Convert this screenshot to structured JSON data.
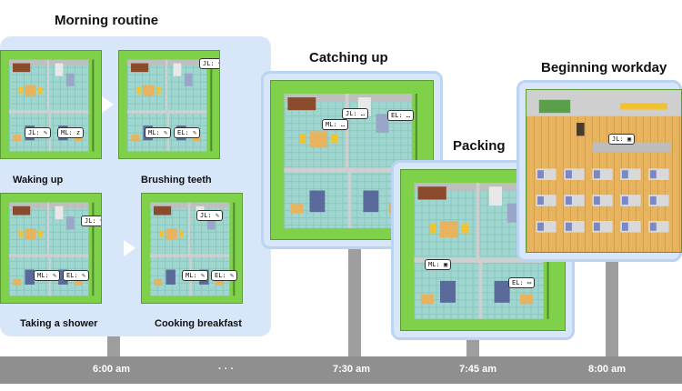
{
  "stages": {
    "morning": {
      "title": "Morning routine",
      "captions": [
        "Waking up",
        "Brushing teeth",
        "Taking a shower",
        "Cooking breakfast"
      ]
    },
    "catching": {
      "title": "Catching up"
    },
    "packing": {
      "title": "Packing"
    },
    "workday": {
      "title": "Beginning workday"
    }
  },
  "bubbles": {
    "jl": "JL:",
    "ml": "ML:",
    "el": "EL:"
  },
  "timeline": {
    "t1": "6:00 am",
    "ellipsis": "· · ·",
    "t2": "7:30 am",
    "t3": "7:45 am",
    "t4": "8:00 am"
  },
  "colors": {
    "panel": "#d7e6f8",
    "grass": "#7fd14a",
    "floor": "#9fd6cf",
    "wall": "#cfcfcf",
    "timeline": "#8f8f8f",
    "wood": "#e7b35f"
  }
}
